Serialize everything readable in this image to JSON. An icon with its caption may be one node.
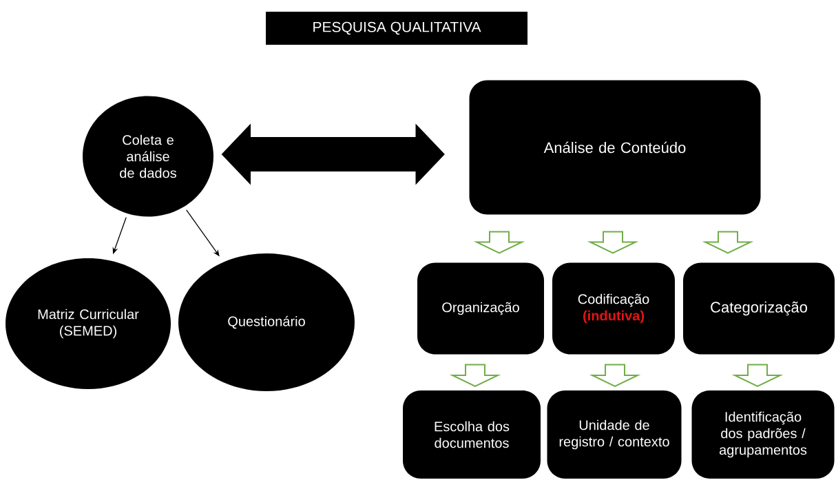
{
  "diagram": {
    "title": "PESQUISA QUALITATIVA",
    "nodes": [
      {
        "text": [
          "Coleta e análise de dados"
        ]
      },
      {
        "text": [
          "Análise de Conteúdo"
        ]
      },
      {
        "text": [
          "Matriz Curricular (SEMED)"
        ]
      },
      {
        "text": [
          "Questionário"
        ]
      },
      {
        "text": [
          "Organização"
        ]
      },
      {
        "text": [
          "Codificação",
          "(indutiva)"
        ]
      },
      {
        "text": [
          "Categorização"
        ]
      },
      {
        "text": [
          "Escolha dos documentos"
        ]
      },
      {
        "text": [
          "Unidade de registro / contexto"
        ]
      },
      {
        "text": [
          "Identificação dos padrões / agrupamentos"
        ]
      }
    ],
    "edges": [
      {
        "from": 0,
        "to": 1,
        "arrow": "both",
        "style": "thick",
        "color": "#000000"
      },
      {
        "from": 0,
        "to": 2,
        "arrow": "to",
        "color": "#000000"
      },
      {
        "from": 0,
        "to": 3,
        "arrow": "to",
        "color": "#000000"
      },
      {
        "from": 1,
        "to": 4,
        "arrow": "to",
        "style": "thick"
      },
      {
        "from": 1,
        "to": 5,
        "arrow": "to",
        "style": "thick"
      },
      {
        "from": 1,
        "to": 6,
        "arrow": "to",
        "style": "thick"
      },
      {
        "from": 4,
        "to": 7,
        "arrow": "to",
        "style": "thick"
      },
      {
        "from": 5,
        "to": 8,
        "arrow": "to",
        "style": "thick"
      },
      {
        "from": 6,
        "to": 9,
        "arrow": "to",
        "style": "thick"
      }
    ]
  }
}
